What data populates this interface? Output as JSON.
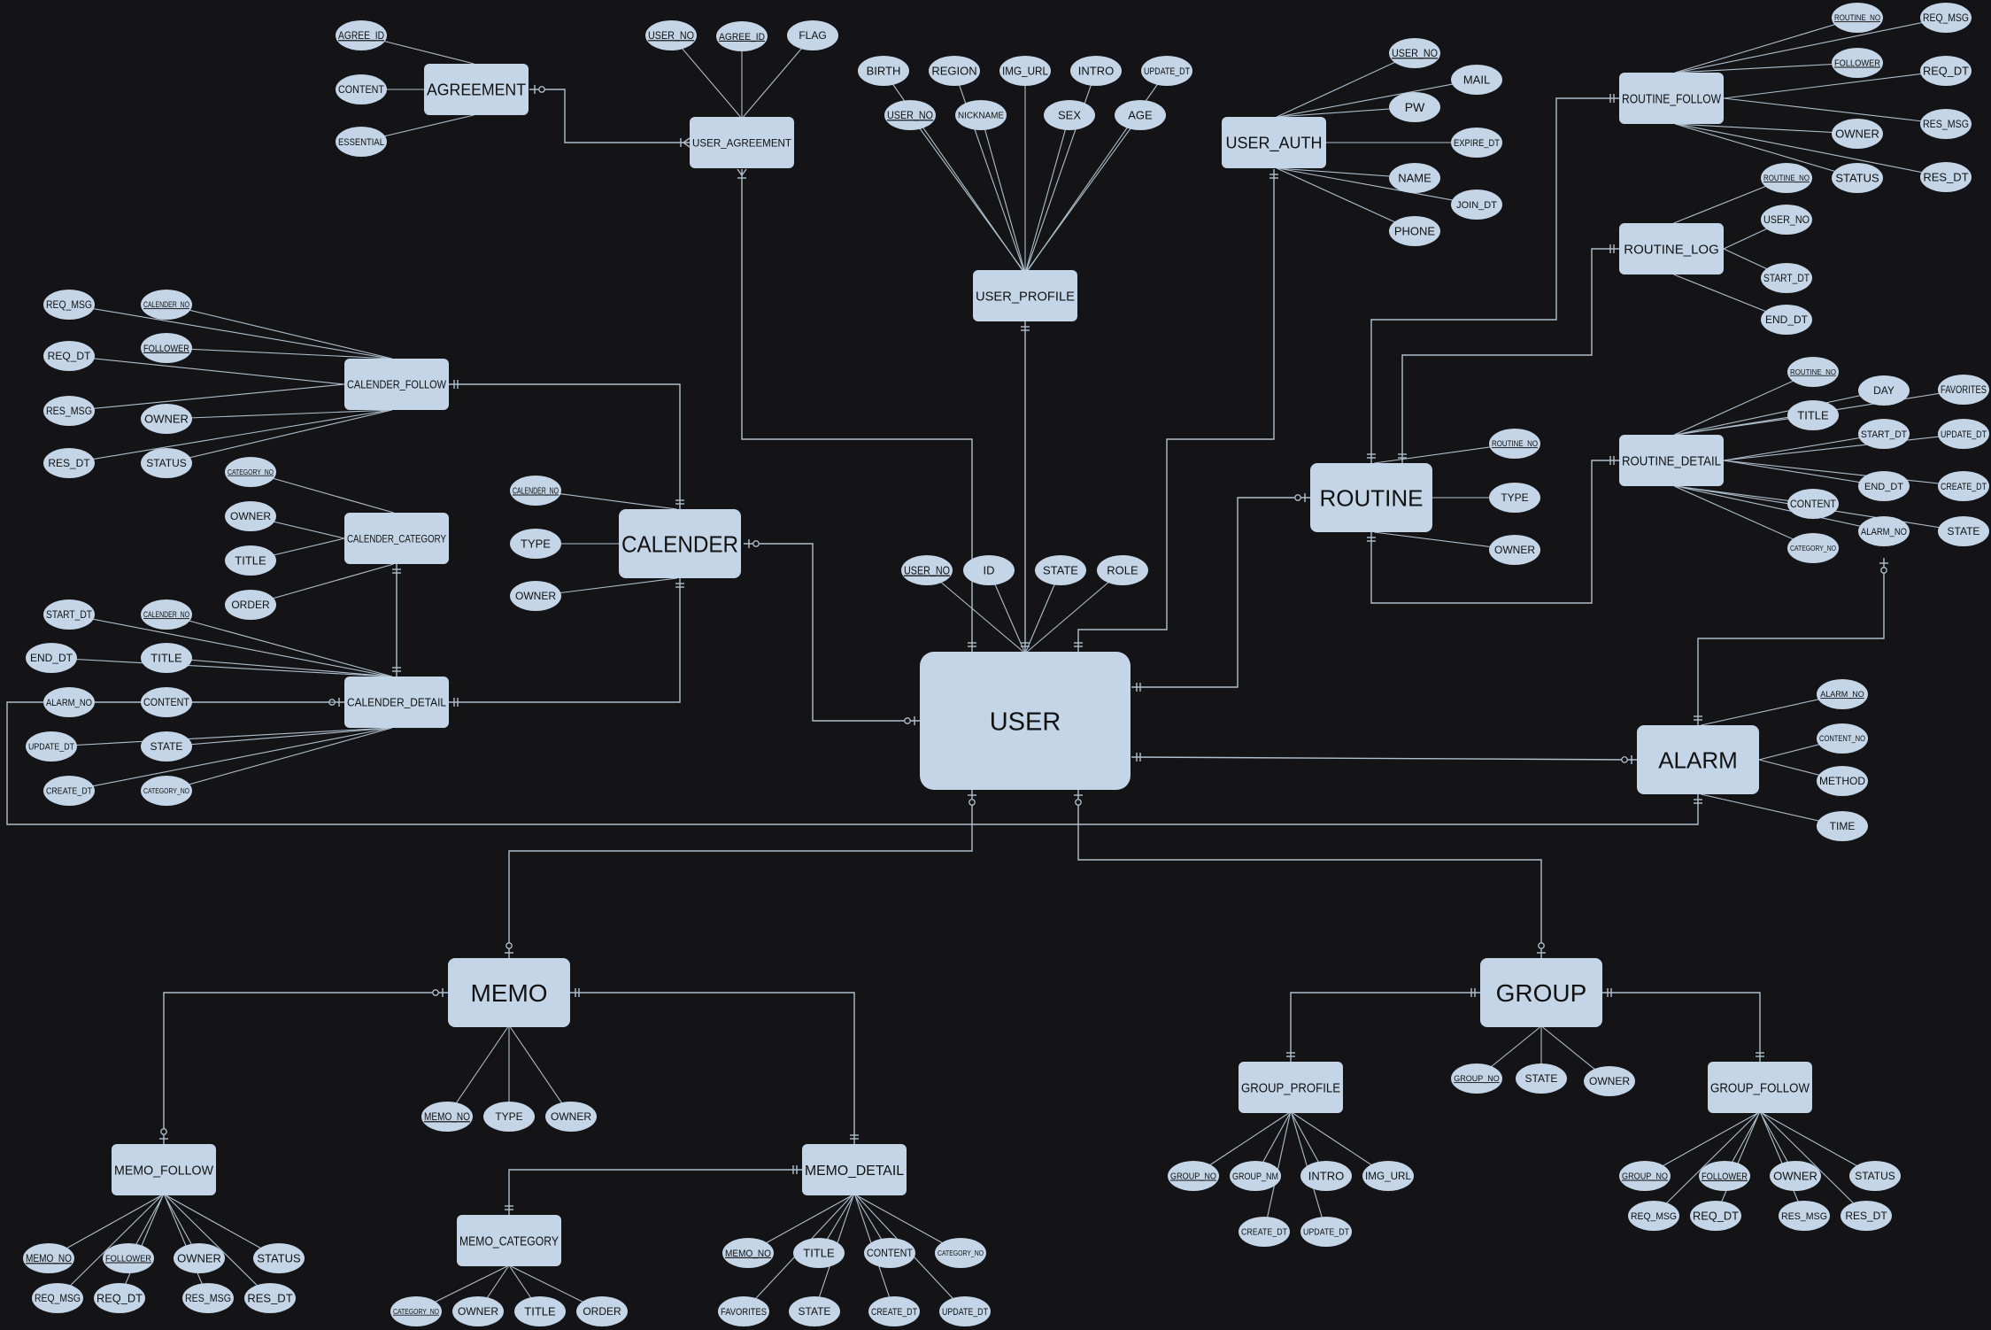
{
  "diagram": {
    "type": "entity-relationship",
    "entities": [
      {
        "id": "USER",
        "label": "USER"
      },
      {
        "id": "AGREEMENT",
        "label": "AGREEMENT"
      },
      {
        "id": "USER_AGREEMENT",
        "label": "USER_AGREEMENT"
      },
      {
        "id": "USER_PROFILE",
        "label": "USER_PROFILE"
      },
      {
        "id": "USER_AUTH",
        "label": "USER_AUTH"
      },
      {
        "id": "ROUTINE_FOLLOW",
        "label": "ROUTINE_FOLLOW"
      },
      {
        "id": "ROUTINE_LOG",
        "label": "ROUTINE_LOG"
      },
      {
        "id": "ROUTINE_DETAIL",
        "label": "ROUTINE_DETAIL"
      },
      {
        "id": "ROUTINE",
        "label": "ROUTINE"
      },
      {
        "id": "ALARM",
        "label": "ALARM"
      },
      {
        "id": "CALENDER",
        "label": "CALENDER"
      },
      {
        "id": "CALENDER_FOLLOW",
        "label": "CALENDER_FOLLOW"
      },
      {
        "id": "CALENDER_CATEGORY",
        "label": "CALENDER_CATEGORY"
      },
      {
        "id": "CALENDER_DETAIL",
        "label": "CALENDER_DETAIL"
      },
      {
        "id": "MEMO",
        "label": "MEMO"
      },
      {
        "id": "MEMO_FOLLOW",
        "label": "MEMO_FOLLOW"
      },
      {
        "id": "MEMO_DETAIL",
        "label": "MEMO_DETAIL"
      },
      {
        "id": "MEMO_CATEGORY",
        "label": "MEMO_CATEGORY"
      },
      {
        "id": "GROUP",
        "label": "GROUP"
      },
      {
        "id": "GROUP_PROFILE",
        "label": "GROUP_PROFILE"
      },
      {
        "id": "GROUP_FOLLOW",
        "label": "GROUP_FOLLOW"
      }
    ],
    "attributes": [
      {
        "entity": "USER",
        "label": "USER_NO",
        "key": true
      },
      {
        "entity": "USER",
        "label": "ID",
        "key": false
      },
      {
        "entity": "USER",
        "label": "STATE",
        "key": false
      },
      {
        "entity": "USER",
        "label": "ROLE",
        "key": false
      },
      {
        "entity": "AGREEMENT",
        "label": "AGREE_ID",
        "key": true
      },
      {
        "entity": "AGREEMENT",
        "label": "CONTENT",
        "key": false
      },
      {
        "entity": "AGREEMENT",
        "label": "ESSENTIAL",
        "key": false
      },
      {
        "entity": "USER_AGREEMENT",
        "label": "USER_NO",
        "key": true
      },
      {
        "entity": "USER_AGREEMENT",
        "label": "AGREE_ID",
        "key": true
      },
      {
        "entity": "USER_AGREEMENT",
        "label": "FLAG",
        "key": false
      },
      {
        "entity": "USER_PROFILE",
        "label": "BIRTH",
        "key": false
      },
      {
        "entity": "USER_PROFILE",
        "label": "REGION",
        "key": false
      },
      {
        "entity": "USER_PROFILE",
        "label": "IMG_URL",
        "key": false
      },
      {
        "entity": "USER_PROFILE",
        "label": "INTRO",
        "key": false
      },
      {
        "entity": "USER_PROFILE",
        "label": "UPDATE_DT",
        "key": false
      },
      {
        "entity": "USER_PROFILE",
        "label": "USER_NO",
        "key": true
      },
      {
        "entity": "USER_PROFILE",
        "label": "NICKNAME",
        "key": false
      },
      {
        "entity": "USER_PROFILE",
        "label": "SEX",
        "key": false
      },
      {
        "entity": "USER_PROFILE",
        "label": "AGE",
        "key": false
      },
      {
        "entity": "USER_AUTH",
        "label": "USER_NO",
        "key": true
      },
      {
        "entity": "USER_AUTH",
        "label": "MAIL",
        "key": false
      },
      {
        "entity": "USER_AUTH",
        "label": "PW",
        "key": false
      },
      {
        "entity": "USER_AUTH",
        "label": "EXPIRE_DT",
        "key": false
      },
      {
        "entity": "USER_AUTH",
        "label": "NAME",
        "key": false
      },
      {
        "entity": "USER_AUTH",
        "label": "JOIN_DT",
        "key": false
      },
      {
        "entity": "USER_AUTH",
        "label": "PHONE",
        "key": false
      },
      {
        "entity": "ROUTINE_FOLLOW",
        "label": "ROUTINE_NO",
        "key": true
      },
      {
        "entity": "ROUTINE_FOLLOW",
        "label": "REQ_MSG",
        "key": false
      },
      {
        "entity": "ROUTINE_FOLLOW",
        "label": "FOLLOWER",
        "key": true
      },
      {
        "entity": "ROUTINE_FOLLOW",
        "label": "REQ_DT",
        "key": false
      },
      {
        "entity": "ROUTINE_FOLLOW",
        "label": "OWNER",
        "key": false
      },
      {
        "entity": "ROUTINE_FOLLOW",
        "label": "RES_MSG",
        "key": false
      },
      {
        "entity": "ROUTINE_FOLLOW",
        "label": "STATUS",
        "key": false
      },
      {
        "entity": "ROUTINE_FOLLOW",
        "label": "RES_DT",
        "key": false
      },
      {
        "entity": "ROUTINE_LOG",
        "label": "ROUTINE_NO",
        "key": true
      },
      {
        "entity": "ROUTINE_LOG",
        "label": "USER_NO",
        "key": false
      },
      {
        "entity": "ROUTINE_LOG",
        "label": "START_DT",
        "key": false
      },
      {
        "entity": "ROUTINE_LOG",
        "label": "END_DT",
        "key": false
      },
      {
        "entity": "ROUTINE_DETAIL",
        "label": "ROUTINE_NO",
        "key": true
      },
      {
        "entity": "ROUTINE_DETAIL",
        "label": "DAY",
        "key": false
      },
      {
        "entity": "ROUTINE_DETAIL",
        "label": "FAVORITES",
        "key": false
      },
      {
        "entity": "ROUTINE_DETAIL",
        "label": "TITLE",
        "key": false
      },
      {
        "entity": "ROUTINE_DETAIL",
        "label": "START_DT",
        "key": false
      },
      {
        "entity": "ROUTINE_DETAIL",
        "label": "UPDATE_DT",
        "key": false
      },
      {
        "entity": "ROUTINE_DETAIL",
        "label": "END_DT",
        "key": false
      },
      {
        "entity": "ROUTINE_DETAIL",
        "label": "CREATE_DT",
        "key": false
      },
      {
        "entity": "ROUTINE_DETAIL",
        "label": "CONTENT",
        "key": false
      },
      {
        "entity": "ROUTINE_DETAIL",
        "label": "ALARM_NO",
        "key": false
      },
      {
        "entity": "ROUTINE_DETAIL",
        "label": "STATE",
        "key": false
      },
      {
        "entity": "ROUTINE_DETAIL",
        "label": "CATEGORY_NO",
        "key": false
      },
      {
        "entity": "ROUTINE",
        "label": "ROUTINE_NO",
        "key": true
      },
      {
        "entity": "ROUTINE",
        "label": "TYPE",
        "key": false
      },
      {
        "entity": "ROUTINE",
        "label": "OWNER",
        "key": false
      },
      {
        "entity": "ALARM",
        "label": "ALARM_NO",
        "key": true
      },
      {
        "entity": "ALARM",
        "label": "CONTENT_NO",
        "key": false
      },
      {
        "entity": "ALARM",
        "label": "METHOD",
        "key": false
      },
      {
        "entity": "ALARM",
        "label": "TIME",
        "key": false
      },
      {
        "entity": "CALENDER",
        "label": "CALENDER_NO",
        "key": true
      },
      {
        "entity": "CALENDER",
        "label": "TYPE",
        "key": false
      },
      {
        "entity": "CALENDER",
        "label": "OWNER",
        "key": false
      },
      {
        "entity": "CALENDER_FOLLOW",
        "label": "REQ_MSG",
        "key": false
      },
      {
        "entity": "CALENDER_FOLLOW",
        "label": "CALENDER_NO",
        "key": true
      },
      {
        "entity": "CALENDER_FOLLOW",
        "label": "REQ_DT",
        "key": false
      },
      {
        "entity": "CALENDER_FOLLOW",
        "label": "FOLLOWER",
        "key": true
      },
      {
        "entity": "CALENDER_FOLLOW",
        "label": "RES_MSG",
        "key": false
      },
      {
        "entity": "CALENDER_FOLLOW",
        "label": "OWNER",
        "key": false
      },
      {
        "entity": "CALENDER_FOLLOW",
        "label": "RES_DT",
        "key": false
      },
      {
        "entity": "CALENDER_FOLLOW",
        "label": "STATUS",
        "key": false
      },
      {
        "entity": "CALENDER_CATEGORY",
        "label": "CATEGORY_NO",
        "key": true
      },
      {
        "entity": "CALENDER_CATEGORY",
        "label": "OWNER",
        "key": false
      },
      {
        "entity": "CALENDER_CATEGORY",
        "label": "TITLE",
        "key": false
      },
      {
        "entity": "CALENDER_CATEGORY",
        "label": "ORDER",
        "key": false
      },
      {
        "entity": "CALENDER_DETAIL",
        "label": "START_DT",
        "key": false
      },
      {
        "entity": "CALENDER_DETAIL",
        "label": "CALENDER_NO",
        "key": true
      },
      {
        "entity": "CALENDER_DETAIL",
        "label": "END_DT",
        "key": false
      },
      {
        "entity": "CALENDER_DETAIL",
        "label": "TITLE",
        "key": false
      },
      {
        "entity": "CALENDER_DETAIL",
        "label": "ALARM_NO",
        "key": false
      },
      {
        "entity": "CALENDER_DETAIL",
        "label": "CONTENT",
        "key": false
      },
      {
        "entity": "CALENDER_DETAIL",
        "label": "UPDATE_DT",
        "key": false
      },
      {
        "entity": "CALENDER_DETAIL",
        "label": "STATE",
        "key": false
      },
      {
        "entity": "CALENDER_DETAIL",
        "label": "CREATE_DT",
        "key": false
      },
      {
        "entity": "CALENDER_DETAIL",
        "label": "CATEGORY_NO",
        "key": false
      },
      {
        "entity": "MEMO",
        "label": "MEMO_NO",
        "key": true
      },
      {
        "entity": "MEMO",
        "label": "TYPE",
        "key": false
      },
      {
        "entity": "MEMO",
        "label": "OWNER",
        "key": false
      },
      {
        "entity": "MEMO_FOLLOW",
        "label": "MEMO_NO",
        "key": true
      },
      {
        "entity": "MEMO_FOLLOW",
        "label": "FOLLOWER",
        "key": true
      },
      {
        "entity": "MEMO_FOLLOW",
        "label": "OWNER",
        "key": false
      },
      {
        "entity": "MEMO_FOLLOW",
        "label": "STATUS",
        "key": false
      },
      {
        "entity": "MEMO_FOLLOW",
        "label": "REQ_MSG",
        "key": false
      },
      {
        "entity": "MEMO_FOLLOW",
        "label": "REQ_DT",
        "key": false
      },
      {
        "entity": "MEMO_FOLLOW",
        "label": "RES_MSG",
        "key": false
      },
      {
        "entity": "MEMO_FOLLOW",
        "label": "RES_DT",
        "key": false
      },
      {
        "entity": "MEMO_DETAIL",
        "label": "MEMO_NO",
        "key": true
      },
      {
        "entity": "MEMO_DETAIL",
        "label": "TITLE",
        "key": false
      },
      {
        "entity": "MEMO_DETAIL",
        "label": "CONTENT",
        "key": false
      },
      {
        "entity": "MEMO_DETAIL",
        "label": "CATEGORY_NO",
        "key": false
      },
      {
        "entity": "MEMO_DETAIL",
        "label": "FAVORITES",
        "key": false
      },
      {
        "entity": "MEMO_DETAIL",
        "label": "STATE",
        "key": false
      },
      {
        "entity": "MEMO_DETAIL",
        "label": "CREATE_DT",
        "key": false
      },
      {
        "entity": "MEMO_DETAIL",
        "label": "UPDATE_DT",
        "key": false
      },
      {
        "entity": "MEMO_CATEGORY",
        "label": "CATEGORY_NO",
        "key": true
      },
      {
        "entity": "MEMO_CATEGORY",
        "label": "OWNER",
        "key": false
      },
      {
        "entity": "MEMO_CATEGORY",
        "label": "TITLE",
        "key": false
      },
      {
        "entity": "MEMO_CATEGORY",
        "label": "ORDER",
        "key": false
      },
      {
        "entity": "GROUP",
        "label": "GROUP_NO",
        "key": true
      },
      {
        "entity": "GROUP",
        "label": "STATE",
        "key": false
      },
      {
        "entity": "GROUP",
        "label": "OWNER",
        "key": false
      },
      {
        "entity": "GROUP_PROFILE",
        "label": "GROUP_NO",
        "key": true
      },
      {
        "entity": "GROUP_PROFILE",
        "label": "GROUP_NM",
        "key": false
      },
      {
        "entity": "GROUP_PROFILE",
        "label": "INTRO",
        "key": false
      },
      {
        "entity": "GROUP_PROFILE",
        "label": "IMG_URL",
        "key": false
      },
      {
        "entity": "GROUP_PROFILE",
        "label": "CREATE_DT",
        "key": false
      },
      {
        "entity": "GROUP_PROFILE",
        "label": "UPDATE_DT",
        "key": false
      },
      {
        "entity": "GROUP_FOLLOW",
        "label": "GROUP_NO",
        "key": true
      },
      {
        "entity": "GROUP_FOLLOW",
        "label": "FOLLOWER",
        "key": true
      },
      {
        "entity": "GROUP_FOLLOW",
        "label": "OWNER",
        "key": false
      },
      {
        "entity": "GROUP_FOLLOW",
        "label": "STATUS",
        "key": false
      },
      {
        "entity": "GROUP_FOLLOW",
        "label": "REQ_MSG",
        "key": false
      },
      {
        "entity": "GROUP_FOLLOW",
        "label": "REQ_DT",
        "key": false
      },
      {
        "entity": "GROUP_FOLLOW",
        "label": "RES_MSG",
        "key": false
      },
      {
        "entity": "GROUP_FOLLOW",
        "label": "RES_DT",
        "key": false
      }
    ],
    "relationships": [
      {
        "from": "USER",
        "to": "USER_AGREEMENT",
        "from_end": "one",
        "to_end": "one-or-many"
      },
      {
        "from": "AGREEMENT",
        "to": "USER_AGREEMENT",
        "from_end": "zero-or-one",
        "to_end": "one-or-many"
      },
      {
        "from": "USER",
        "to": "USER_PROFILE",
        "from_end": "one",
        "to_end": "one"
      },
      {
        "from": "USER",
        "to": "USER_AUTH",
        "from_end": "one",
        "to_end": "one"
      },
      {
        "from": "USER",
        "to": "ROUTINE",
        "from_end": "one",
        "to_end": "zero-or-one"
      },
      {
        "from": "ROUTINE",
        "to": "ROUTINE_FOLLOW",
        "from_end": "one",
        "to_end": "one"
      },
      {
        "from": "ROUTINE",
        "to": "ROUTINE_LOG",
        "from_end": "one",
        "to_end": "one"
      },
      {
        "from": "ROUTINE",
        "to": "ROUTINE_DETAIL",
        "from_end": "one",
        "to_end": "one"
      },
      {
        "from": "ROUTINE_DETAIL",
        "to": "ALARM",
        "from_end": "zero-or-one",
        "to_end": "one"
      },
      {
        "from": "USER",
        "to": "ALARM",
        "from_end": "one",
        "to_end": "zero-or-one"
      },
      {
        "from": "USER",
        "to": "CALENDER",
        "from_end": "zero-or-one",
        "to_end": "zero-or-one"
      },
      {
        "from": "CALENDER",
        "to": "CALENDER_FOLLOW",
        "from_end": "one",
        "to_end": "one"
      },
      {
        "from": "CALENDER",
        "to": "CALENDER_DETAIL",
        "from_end": "one",
        "to_end": "one"
      },
      {
        "from": "CALENDER_CATEGORY",
        "to": "CALENDER_DETAIL",
        "from_end": "one",
        "to_end": "one"
      },
      {
        "from": "CALENDER_DETAIL",
        "to": "ALARM",
        "from_end": "zero-or-one",
        "to_end": "one"
      },
      {
        "from": "USER",
        "to": "MEMO",
        "from_end": "zero-or-one",
        "to_end": "zero-or-one"
      },
      {
        "from": "MEMO",
        "to": "MEMO_FOLLOW",
        "from_end": "zero-or-one",
        "to_end": "zero-or-one"
      },
      {
        "from": "MEMO",
        "to": "MEMO_DETAIL",
        "from_end": "one",
        "to_end": "one"
      },
      {
        "from": "MEMO_DETAIL",
        "to": "MEMO_CATEGORY",
        "from_end": "one",
        "to_end": "one"
      },
      {
        "from": "USER",
        "to": "GROUP",
        "from_end": "zero-or-one",
        "to_end": "zero-or-one"
      },
      {
        "from": "GROUP",
        "to": "GROUP_PROFILE",
        "from_end": "one",
        "to_end": "one"
      },
      {
        "from": "GROUP",
        "to": "GROUP_FOLLOW",
        "from_end": "one",
        "to_end": "one"
      }
    ]
  },
  "style": {
    "background": "#141416",
    "shape_fill": "#c3d5e6",
    "line_color": "#aebfce",
    "text_color": "#111111"
  }
}
